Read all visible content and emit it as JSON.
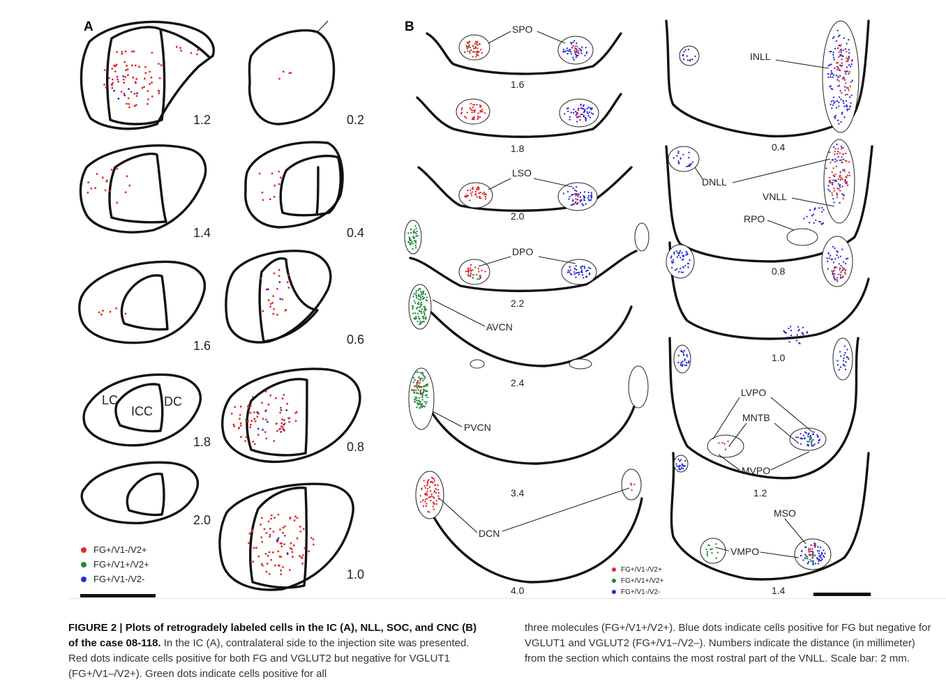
{
  "panel_a": {
    "label": "A",
    "section_numbers": [
      "1.2",
      "0.2",
      "1.4",
      "0.4",
      "1.6",
      "0.6",
      "1.8",
      "0.8",
      "2.0",
      "1.0"
    ],
    "region_labels": {
      "lc": "LC",
      "icc": "ICC",
      "dc": "DC"
    },
    "legend": [
      {
        "marker": "4",
        "text": "FG+/V1-/V2+",
        "color": "#e0282a"
      },
      {
        "marker": "5",
        "text": "FG+/V1+/V2+",
        "color": "#1f8a3d"
      },
      {
        "marker": "3",
        "text": "FG+/V1-/V2-",
        "color": "#2b2bd6"
      }
    ]
  },
  "panel_b": {
    "label": "B",
    "left_section_numbers": [
      "1.6",
      "1.8",
      "2.0",
      "2.2",
      "2.4",
      "3.4",
      "4.0"
    ],
    "right_section_numbers": [
      "0.4",
      "0.8",
      "1.0",
      "1.2",
      "1.4"
    ],
    "structure_labels": {
      "spo": "SPO",
      "lso": "LSO",
      "dpo": "DPO",
      "avcn": "AVCN",
      "pvcn": "PVCN",
      "dcn": "DCN",
      "inll": "INLL",
      "dnll": "DNLL",
      "vnll": "VNLL",
      "rpo": "RPO",
      "lvpo": "LVPO",
      "mntb": "MNTB",
      "mvpo": "MVPO",
      "mso": "MSO",
      "vmpo": "VMPO"
    },
    "legend": [
      {
        "marker": "4",
        "text": "FG+/V1-/V2+",
        "color": "#e0282a"
      },
      {
        "marker": "5",
        "text": "FG+/V1+/V2+",
        "color": "#1f8a3d"
      },
      {
        "marker": "3",
        "text": "FG+/V1-/V2-",
        "color": "#2b2bd6"
      }
    ]
  },
  "caption": {
    "title": "FIGURE 2 | Plots of retrogradely labeled cells in the IC (A), NLL, SOC, and CNC (B) of the case 08-118.",
    "body_left": " In the IC (A), contralateral side to the injection site was presented. Red dots indicate cells positive for both FG and VGLUT2 but negative for VGLUT1 (FG+/V1–/V2+). Green dots indicate cells positive for all",
    "body_right": "three molecules (FG+/V1+/V2+). Blue dots indicate cells positive for FG but negative for VGLUT1 and VGLUT2 (FG+/V1–/V2–). Numbers indicate the distance (in millimeter) from the section which contains the most rostral part of the VNLL. Scale bar: 2 mm."
  }
}
